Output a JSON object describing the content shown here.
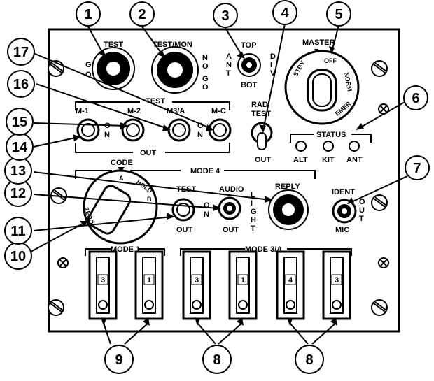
{
  "callouts": [
    "1",
    "2",
    "3",
    "4",
    "5",
    "6",
    "7",
    "8",
    "8",
    "9",
    "10",
    "11",
    "12",
    "13",
    "14",
    "15",
    "16",
    "17"
  ],
  "panel": {
    "test_label": "TEST",
    "go_letters": [
      "G",
      "O"
    ],
    "test_mon_label": "TEST/MON",
    "no_go_letters": [
      "N",
      "O",
      "G",
      "O"
    ],
    "top_label": "TOP",
    "ant_letters": [
      "A",
      "N",
      "T"
    ],
    "div_letters": [
      "D",
      "I",
      "V"
    ],
    "bot_label": "BOT",
    "master_label": "MASTER",
    "master_off": "OFF",
    "master_stby": "STBY",
    "master_norm": "NORM",
    "master_emer": "EMER",
    "test_row_label": "TEST",
    "mode_buttons": [
      "M-1",
      "M-2",
      "M3/A",
      "M-C"
    ],
    "on_letters_a": [
      "O",
      "N"
    ],
    "on_letters_b": [
      "O",
      "N"
    ],
    "out_label": "OUT",
    "rad_test_lines": [
      "RAD",
      "TEST"
    ],
    "rad_out": "OUT",
    "status_label": "STATUS",
    "status_lights": [
      "ALT",
      "KIT",
      "ANT"
    ],
    "code_label": "CODE",
    "mode4_label": "MODE 4",
    "code_zero": "ZERO",
    "code_hold": "HOLD",
    "code_a": "A",
    "code_b": "B",
    "mode4_test": "TEST",
    "mode4_on": [
      "O",
      "N"
    ],
    "mode4_out": "OUT",
    "audio_label": "AUDIO",
    "audio_out": "OUT",
    "light_letters": [
      "L",
      "I",
      "G",
      "H",
      "T"
    ],
    "reply_label": "REPLY",
    "ident_label": "IDENT",
    "ident_out_letters": [
      "O",
      "U",
      "T"
    ],
    "mic_label": "MIC",
    "mode1_label": "MODE 1",
    "mode3a_label": "MODE 3/A",
    "mode1_digits": [
      "3",
      "1"
    ],
    "mode3a_digits": [
      "3",
      "1",
      "4",
      "3"
    ]
  }
}
